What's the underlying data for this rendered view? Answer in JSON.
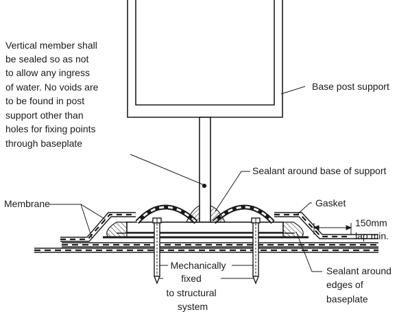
{
  "labels": {
    "vertical_note": [
      "Vertical member shall",
      "be sealed so as not",
      "to allow any ingress",
      "of water. No voids are",
      "to be found in post",
      "support other than",
      "holes for fixing points",
      "through baseplate"
    ],
    "base_post_support": "Base post support",
    "sealant_base": "Sealant around base of support",
    "membrane": "Membrane",
    "gasket": "Gasket",
    "lap": [
      "150mm",
      "lap min."
    ],
    "mech_fixed": [
      "Mechanically",
      "fixed",
      "to structural",
      "system"
    ],
    "sealant_edges": [
      "Sealant around",
      "edges of",
      "baseplate"
    ]
  },
  "colors": {
    "ink": "#1a1a1a",
    "paper": "#ffffff"
  }
}
